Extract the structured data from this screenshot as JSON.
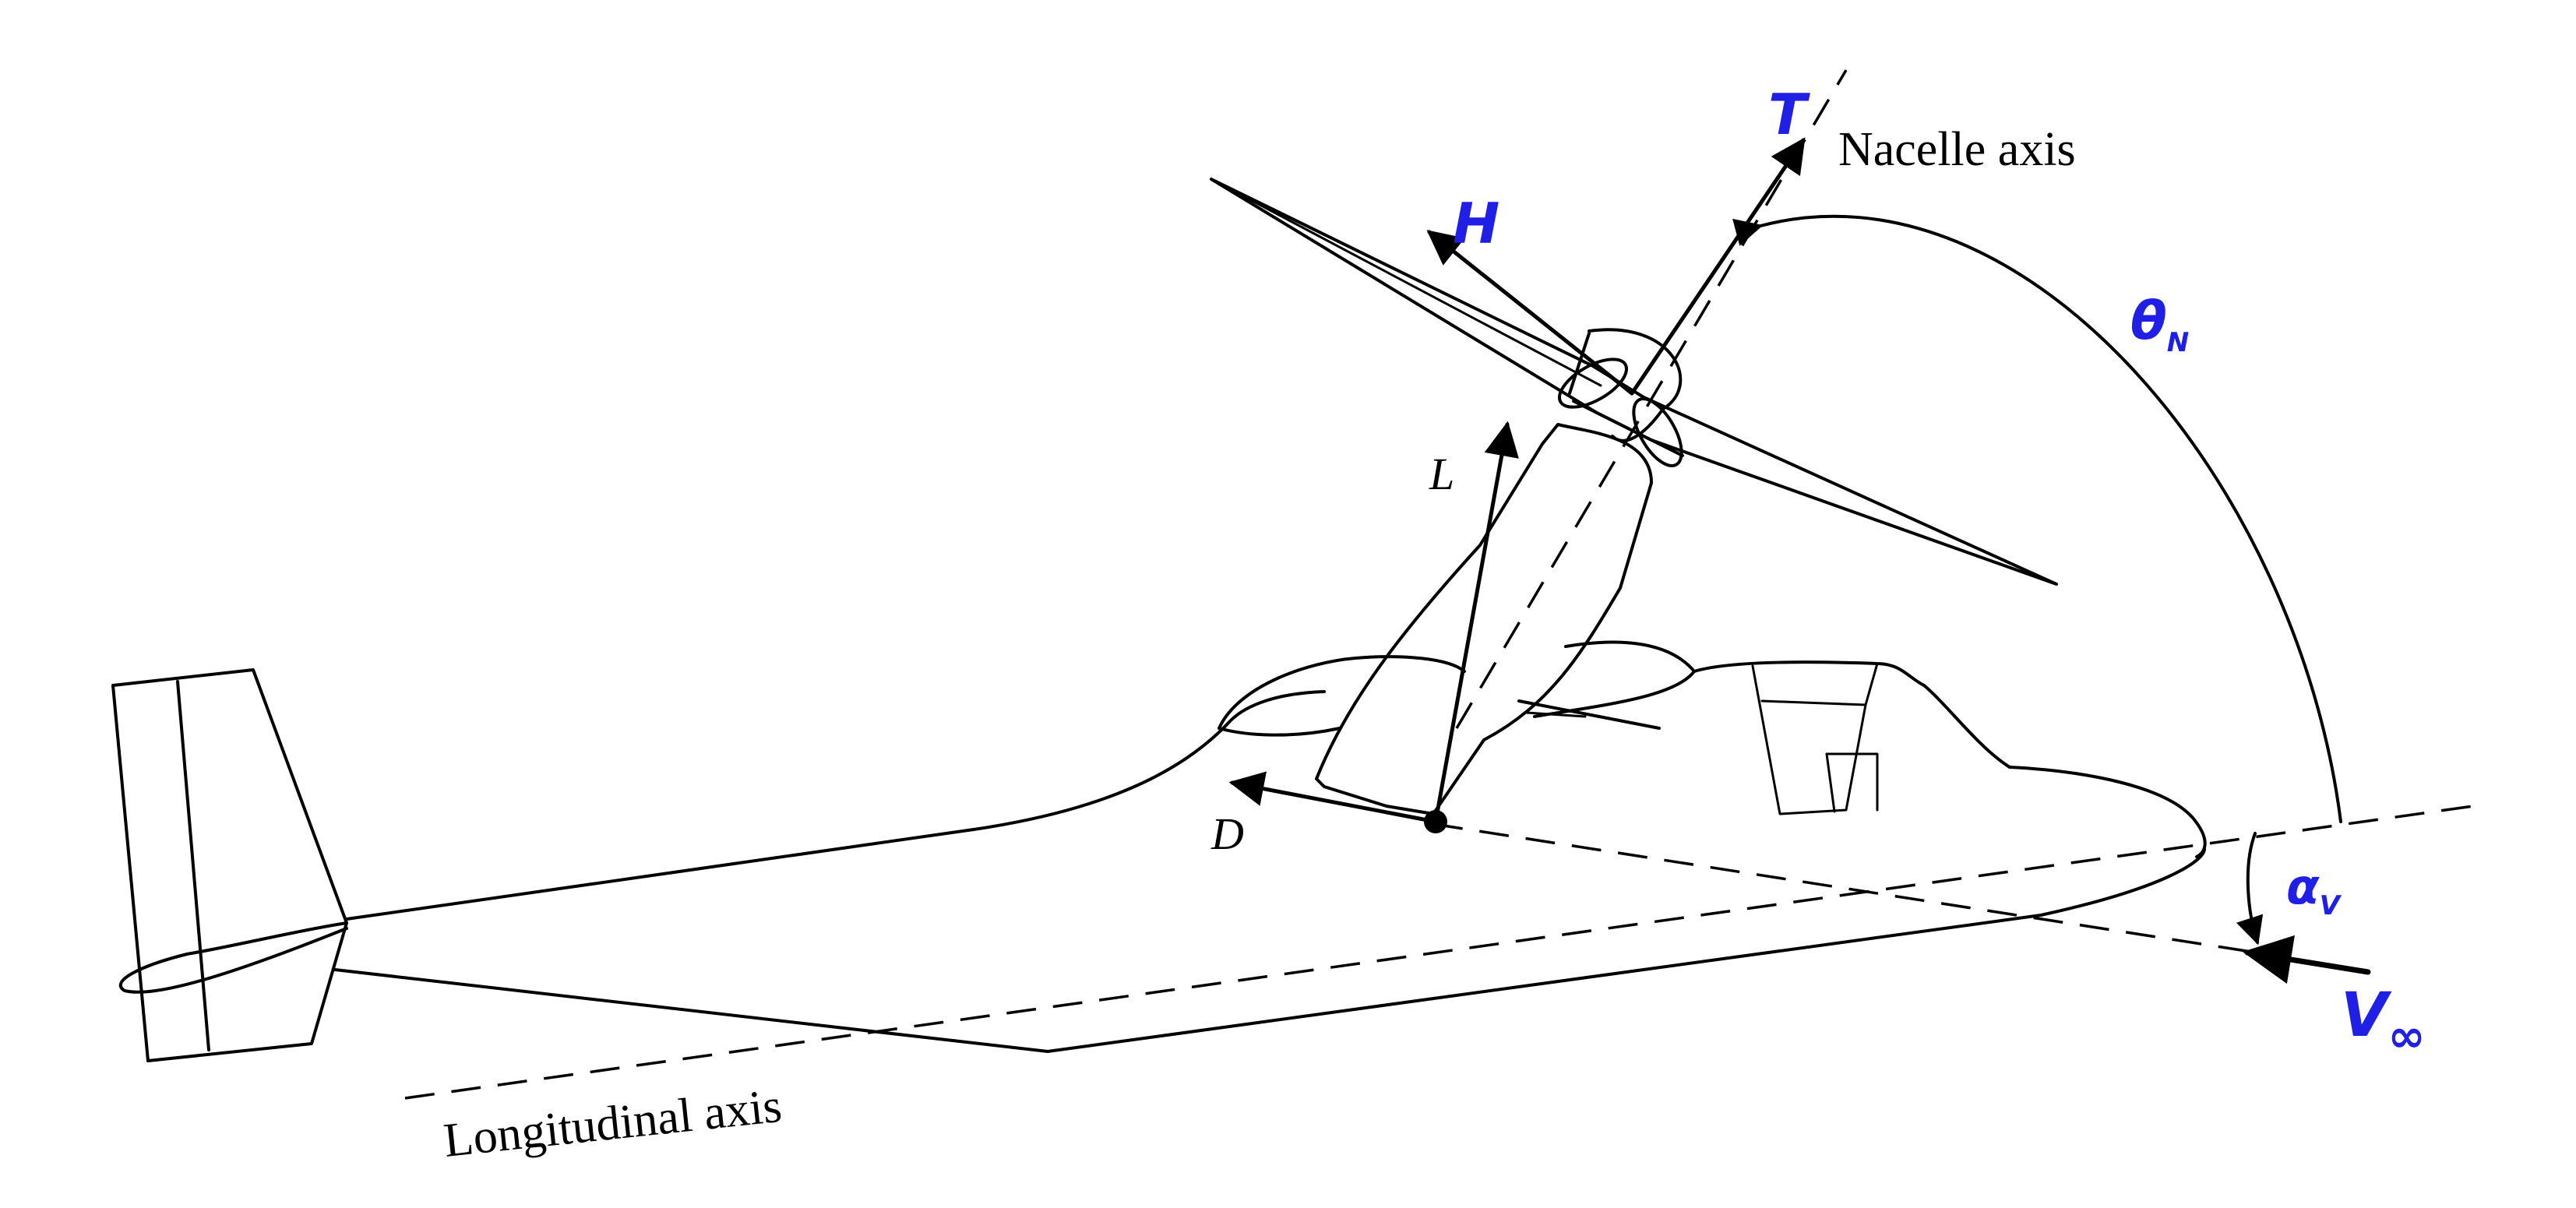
{
  "labels": {
    "thrust": "T",
    "hub_force": "H",
    "lift": "L",
    "drag": "D",
    "nacelle_angle_main": "θ",
    "nacelle_angle_sub": "N",
    "attack_angle_main": "α",
    "attack_angle_sub": "V",
    "freestream_main": "V",
    "freestream_sub": "∞",
    "nacelle_axis": "Nacelle axis",
    "longitudinal_axis": "Longitudinal axis"
  },
  "colors": {
    "symbol": "#1f1fe6",
    "line": "#000000"
  }
}
